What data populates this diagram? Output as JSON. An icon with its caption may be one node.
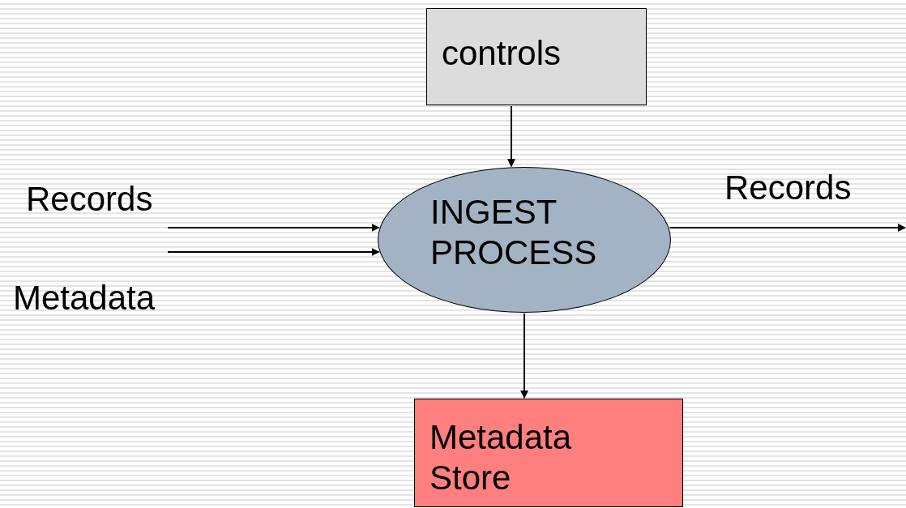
{
  "diagram": {
    "nodes": [
      {
        "text": [
          "controls"
        ]
      },
      {
        "text": [
          "INGEST PROCESS"
        ]
      },
      {
        "text": [
          "Metadata Store"
        ]
      }
    ],
    "edges": [
      {
        "from": 0,
        "to": 1,
        "arrow": "to"
      },
      {
        "from": null,
        "to": 1,
        "label": "Records",
        "arrow": "to"
      },
      {
        "from": null,
        "to": 1,
        "label": "Metadata",
        "arrow": "to"
      },
      {
        "from": 1,
        "to": null,
        "label": "Records",
        "arrow": "to"
      },
      {
        "from": 1,
        "to": 2,
        "arrow": "to"
      }
    ]
  }
}
